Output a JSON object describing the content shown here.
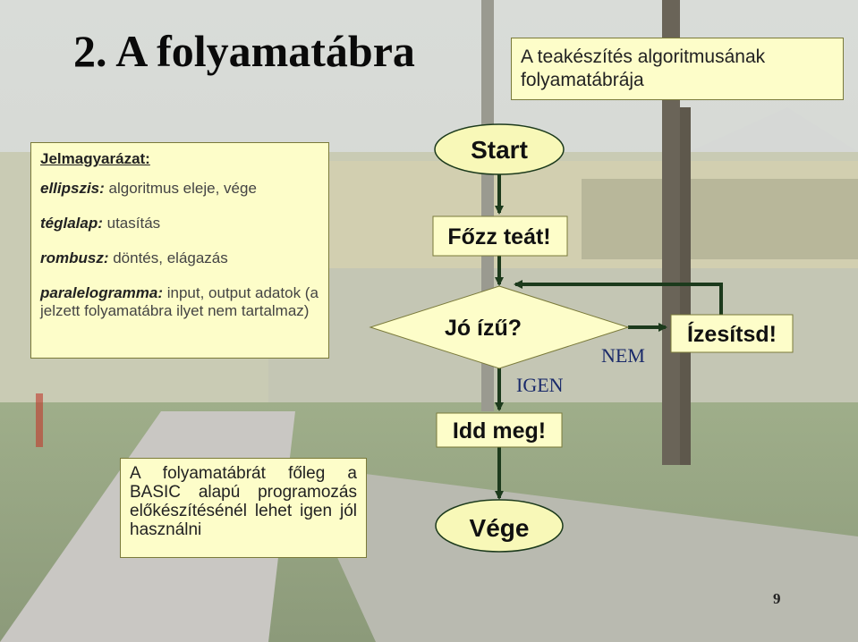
{
  "title": "2. A folyamatábra",
  "subtitle": "A teakészítés algoritmusának folyamatábrája",
  "legend": {
    "heading": "Jelmagyarázat:",
    "items": [
      {
        "term": "ellipszis:",
        "desc": " algoritmus eleje, vége"
      },
      {
        "term": "téglalap:",
        "desc": " utasítás"
      },
      {
        "term": "rombusz:",
        "desc": " döntés, elágazás"
      },
      {
        "term": "paralelogramma:",
        "desc": " input, output adatok (a jelzett folyamatábra ilyet nem tartalmaz)"
      }
    ]
  },
  "note": "A folyamatábrát főleg a BASIC alapú programozás előkészítésénél lehet igen jól használni",
  "flowchart": {
    "start": "Start",
    "step1": "Főzz teát!",
    "decision": "Jó ízű?",
    "yes_label": "IGEN",
    "no_label": "NEM",
    "no_action": "Ízesítsd!",
    "step2": "Idd meg!",
    "end": "Vége"
  },
  "page_number": "9",
  "colors": {
    "shape_fill": "#fdfdc9",
    "ellipse_fill": "#f8f8b8",
    "line": "#1c3a1c",
    "label_blue": "#1a2a6a"
  }
}
